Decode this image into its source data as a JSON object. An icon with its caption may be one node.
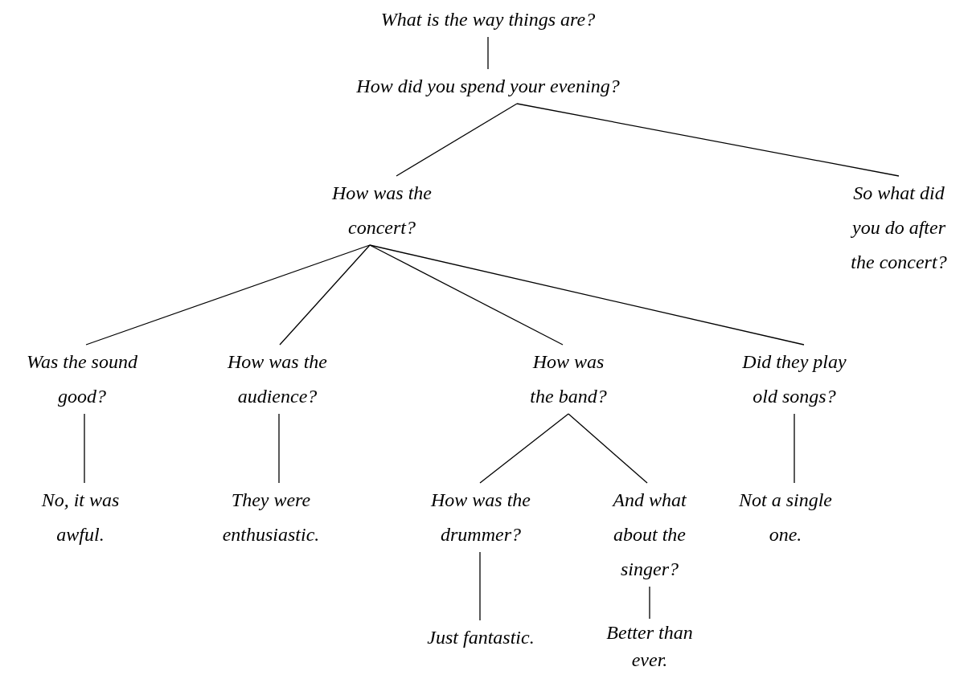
{
  "diagram": {
    "nodes": [
      {
        "text": [
          "What is the way things are?"
        ]
      },
      {
        "text": [
          "How did you spend your evening?"
        ]
      },
      {
        "text": [
          "How was the concert?"
        ]
      },
      {
        "text": [
          "So what did you do after the concert?"
        ]
      },
      {
        "text": [
          "Was the sound good?"
        ]
      },
      {
        "text": [
          "How was the audience?"
        ]
      },
      {
        "text": [
          "How was the band?"
        ]
      },
      {
        "text": [
          "Did they play old songs?"
        ]
      },
      {
        "text": [
          "No, it was awful."
        ]
      },
      {
        "text": [
          "They were enthusiastic."
        ]
      },
      {
        "text": [
          "How was the drummer?"
        ]
      },
      {
        "text": [
          "And what about the singer?"
        ]
      },
      {
        "text": [
          "Not a single one."
        ]
      },
      {
        "text": [
          "Just fantastic."
        ]
      },
      {
        "text": [
          "Better than ever."
        ]
      }
    ],
    "edges": [
      {
        "from": 0,
        "to": 1,
        "arrow": "none"
      },
      {
        "from": 1,
        "to": 2,
        "arrow": "none"
      },
      {
        "from": 1,
        "to": 3,
        "arrow": "none"
      },
      {
        "from": 2,
        "to": 4,
        "arrow": "none"
      },
      {
        "from": 2,
        "to": 5,
        "arrow": "none"
      },
      {
        "from": 2,
        "to": 6,
        "arrow": "none"
      },
      {
        "from": 2,
        "to": 7,
        "arrow": "none"
      },
      {
        "from": 4,
        "to": 8,
        "arrow": "none"
      },
      {
        "from": 5,
        "to": 9,
        "arrow": "none"
      },
      {
        "from": 6,
        "to": 10,
        "arrow": "none"
      },
      {
        "from": 6,
        "to": 11,
        "arrow": "none"
      },
      {
        "from": 7,
        "to": 12,
        "arrow": "none"
      },
      {
        "from": 10,
        "to": 13,
        "arrow": "none"
      },
      {
        "from": 11,
        "to": 14,
        "arrow": "none"
      }
    ]
  }
}
